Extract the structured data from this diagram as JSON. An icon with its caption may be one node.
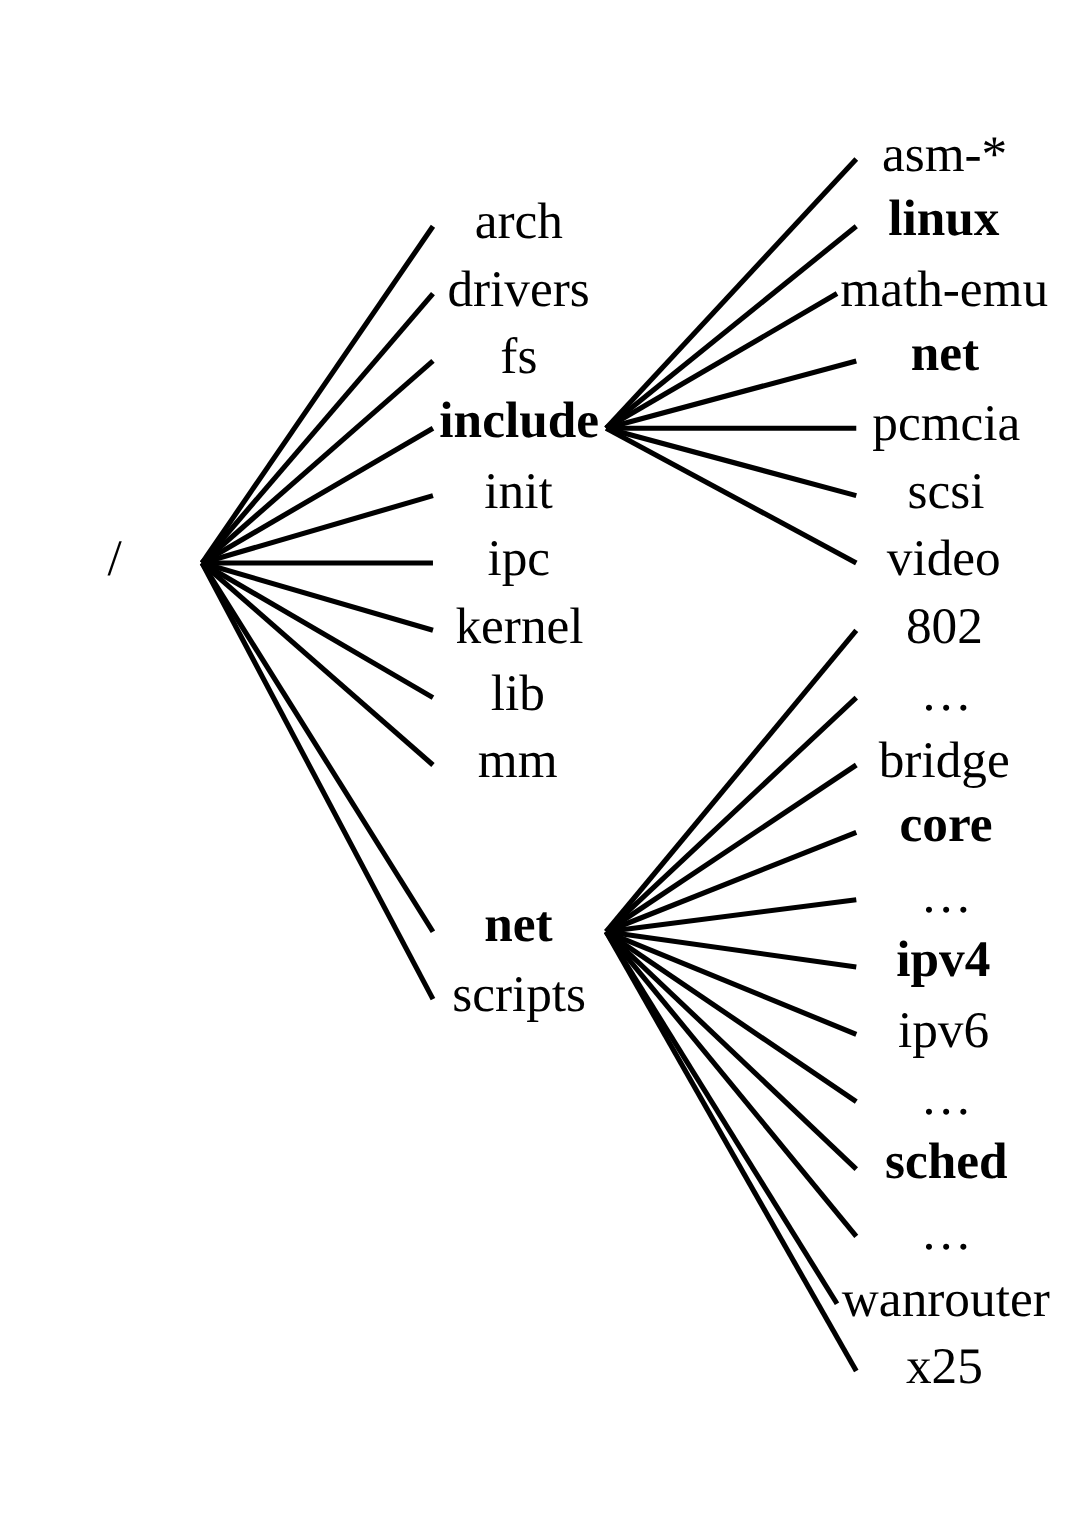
{
  "diagram": {
    "nodes": [
      {
        "text": [
          "/"
        ]
      },
      {
        "text": [
          "arch"
        ]
      },
      {
        "text": [
          "drivers"
        ]
      },
      {
        "text": [
          "fs"
        ]
      },
      {
        "text": [
          "include"
        ]
      },
      {
        "text": [
          "init"
        ]
      },
      {
        "text": [
          "ipc"
        ]
      },
      {
        "text": [
          "kernel"
        ]
      },
      {
        "text": [
          "lib"
        ]
      },
      {
        "text": [
          "mm"
        ]
      },
      {
        "text": [
          "net"
        ]
      },
      {
        "text": [
          "scripts"
        ]
      },
      {
        "text": [
          "asm-*"
        ]
      },
      {
        "text": [
          "linux"
        ]
      },
      {
        "text": [
          "math-emu"
        ]
      },
      {
        "text": [
          "net"
        ]
      },
      {
        "text": [
          "pcmcia"
        ]
      },
      {
        "text": [
          "scsi"
        ]
      },
      {
        "text": [
          "video"
        ]
      },
      {
        "text": [
          "802"
        ]
      },
      {
        "text": [
          "…"
        ]
      },
      {
        "text": [
          "bridge"
        ]
      },
      {
        "text": [
          "core"
        ]
      },
      {
        "text": [
          "…"
        ]
      },
      {
        "text": [
          "ipv4"
        ]
      },
      {
        "text": [
          "ipv6"
        ]
      },
      {
        "text": [
          "…"
        ]
      },
      {
        "text": [
          "sched"
        ]
      },
      {
        "text": [
          "…"
        ]
      },
      {
        "text": [
          "wanrouter"
        ]
      },
      {
        "text": [
          "x25"
        ]
      }
    ],
    "edges": [
      {
        "from": 0,
        "to": 1,
        "arrow": "none"
      },
      {
        "from": 0,
        "to": 2,
        "arrow": "none"
      },
      {
        "from": 0,
        "to": 3,
        "arrow": "none"
      },
      {
        "from": 0,
        "to": 4,
        "arrow": "none"
      },
      {
        "from": 0,
        "to": 5,
        "arrow": "none"
      },
      {
        "from": 0,
        "to": 6,
        "arrow": "none"
      },
      {
        "from": 0,
        "to": 7,
        "arrow": "none"
      },
      {
        "from": 0,
        "to": 8,
        "arrow": "none"
      },
      {
        "from": 0,
        "to": 9,
        "arrow": "none"
      },
      {
        "from": 0,
        "to": 10,
        "arrow": "none"
      },
      {
        "from": 0,
        "to": 11,
        "arrow": "none"
      },
      {
        "from": 4,
        "to": 12,
        "arrow": "none"
      },
      {
        "from": 4,
        "to": 13,
        "arrow": "none"
      },
      {
        "from": 4,
        "to": 14,
        "arrow": "none"
      },
      {
        "from": 4,
        "to": 15,
        "arrow": "none"
      },
      {
        "from": 4,
        "to": 16,
        "arrow": "none"
      },
      {
        "from": 4,
        "to": 17,
        "arrow": "none"
      },
      {
        "from": 4,
        "to": 18,
        "arrow": "none"
      },
      {
        "from": 10,
        "to": 19,
        "arrow": "none"
      },
      {
        "from": 10,
        "to": 20,
        "arrow": "none"
      },
      {
        "from": 10,
        "to": 21,
        "arrow": "none"
      },
      {
        "from": 10,
        "to": 22,
        "arrow": "none"
      },
      {
        "from": 10,
        "to": 23,
        "arrow": "none"
      },
      {
        "from": 10,
        "to": 24,
        "arrow": "none"
      },
      {
        "from": 10,
        "to": 25,
        "arrow": "none"
      },
      {
        "from": 10,
        "to": 26,
        "arrow": "none"
      },
      {
        "from": 10,
        "to": 27,
        "arrow": "none"
      },
      {
        "from": 10,
        "to": 28,
        "arrow": "none"
      },
      {
        "from": 10,
        "to": 29,
        "arrow": "none"
      },
      {
        "from": 10,
        "to": 30,
        "arrow": "none"
      }
    ]
  }
}
